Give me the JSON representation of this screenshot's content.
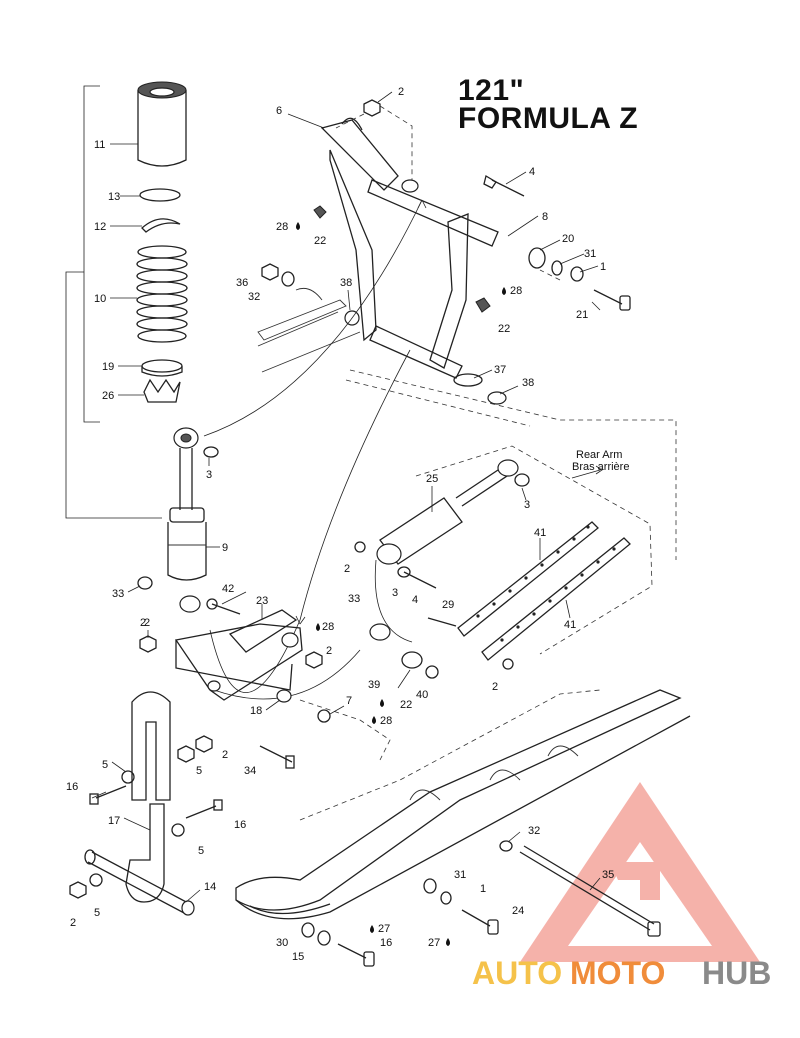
{
  "title": {
    "line1": "121\"",
    "line2": "FORMULA Z"
  },
  "rear_arm": {
    "en": "Rear Arm",
    "fr": "Bras arrière"
  },
  "logo": {
    "part1": "AUTO",
    "part2": "MOTO",
    "part3": "HUB",
    "color_light": "#f5c24a",
    "color_mid": "#f08c3a",
    "color_red": "#e8453c",
    "color_gray": "#8a8a8a"
  },
  "callouts": [
    {
      "id": "c11",
      "text": "11"
    },
    {
      "id": "c13",
      "text": "13"
    },
    {
      "id": "c12",
      "text": "12"
    },
    {
      "id": "c10",
      "text": "10"
    },
    {
      "id": "c19",
      "text": "19"
    },
    {
      "id": "c26",
      "text": "26"
    },
    {
      "id": "c3a",
      "text": "3"
    },
    {
      "id": "c9",
      "text": "9"
    },
    {
      "id": "c33a",
      "text": "33"
    },
    {
      "id": "c2a",
      "text": "2"
    },
    {
      "id": "c6",
      "text": "6"
    },
    {
      "id": "c2b",
      "text": "2"
    },
    {
      "id": "c4a",
      "text": "4"
    },
    {
      "id": "c8",
      "text": "8"
    },
    {
      "id": "c28a",
      "text": "28"
    },
    {
      "id": "c22a",
      "text": "22"
    },
    {
      "id": "c20",
      "text": "20"
    },
    {
      "id": "c31a",
      "text": "31"
    },
    {
      "id": "c1a",
      "text": "1"
    },
    {
      "id": "c36",
      "text": "36"
    },
    {
      "id": "c32a",
      "text": "32"
    },
    {
      "id": "c38a",
      "text": "38"
    },
    {
      "id": "c28b",
      "text": "28"
    },
    {
      "id": "c22b",
      "text": "22"
    },
    {
      "id": "c21",
      "text": "21"
    },
    {
      "id": "c37",
      "text": "37"
    },
    {
      "id": "c38b",
      "text": "38"
    },
    {
      "id": "c25",
      "text": "25"
    },
    {
      "id": "c3b",
      "text": "3"
    },
    {
      "id": "c41a",
      "text": "41"
    },
    {
      "id": "c41b",
      "text": "41"
    },
    {
      "id": "c2c",
      "text": "2"
    },
    {
      "id": "c3c",
      "text": "3"
    },
    {
      "id": "c4b",
      "text": "4"
    },
    {
      "id": "c29",
      "text": "29"
    },
    {
      "id": "c42",
      "text": "42"
    },
    {
      "id": "c23",
      "text": "23"
    },
    {
      "id": "c28c",
      "text": "28"
    },
    {
      "id": "c2d",
      "text": "2"
    },
    {
      "id": "c2e",
      "text": "2"
    },
    {
      "id": "c33b",
      "text": "33"
    },
    {
      "id": "c39",
      "text": "39"
    },
    {
      "id": "c22c",
      "text": "22"
    },
    {
      "id": "c40",
      "text": "40"
    },
    {
      "id": "c2f",
      "text": "2"
    },
    {
      "id": "c28d",
      "text": "28"
    },
    {
      "id": "c18",
      "text": "18"
    },
    {
      "id": "c7",
      "text": "7"
    },
    {
      "id": "c5a",
      "text": "5"
    },
    {
      "id": "c5b",
      "text": "5"
    },
    {
      "id": "c2g",
      "text": "2"
    },
    {
      "id": "c34",
      "text": "34"
    },
    {
      "id": "c16a",
      "text": "16"
    },
    {
      "id": "c17",
      "text": "17"
    },
    {
      "id": "c16b",
      "text": "16"
    },
    {
      "id": "c5c",
      "text": "5"
    },
    {
      "id": "c14",
      "text": "14"
    },
    {
      "id": "c5d",
      "text": "5"
    },
    {
      "id": "c2h",
      "text": "2"
    },
    {
      "id": "c32b",
      "text": "32"
    },
    {
      "id": "c35",
      "text": "35"
    },
    {
      "id": "c31b",
      "text": "31"
    },
    {
      "id": "c1b",
      "text": "1"
    },
    {
      "id": "c24",
      "text": "24"
    },
    {
      "id": "c27a",
      "text": "27"
    },
    {
      "id": "c27b",
      "text": "27"
    },
    {
      "id": "c30",
      "text": "30"
    },
    {
      "id": "c16c",
      "text": "16"
    },
    {
      "id": "c15",
      "text": "15"
    }
  ]
}
